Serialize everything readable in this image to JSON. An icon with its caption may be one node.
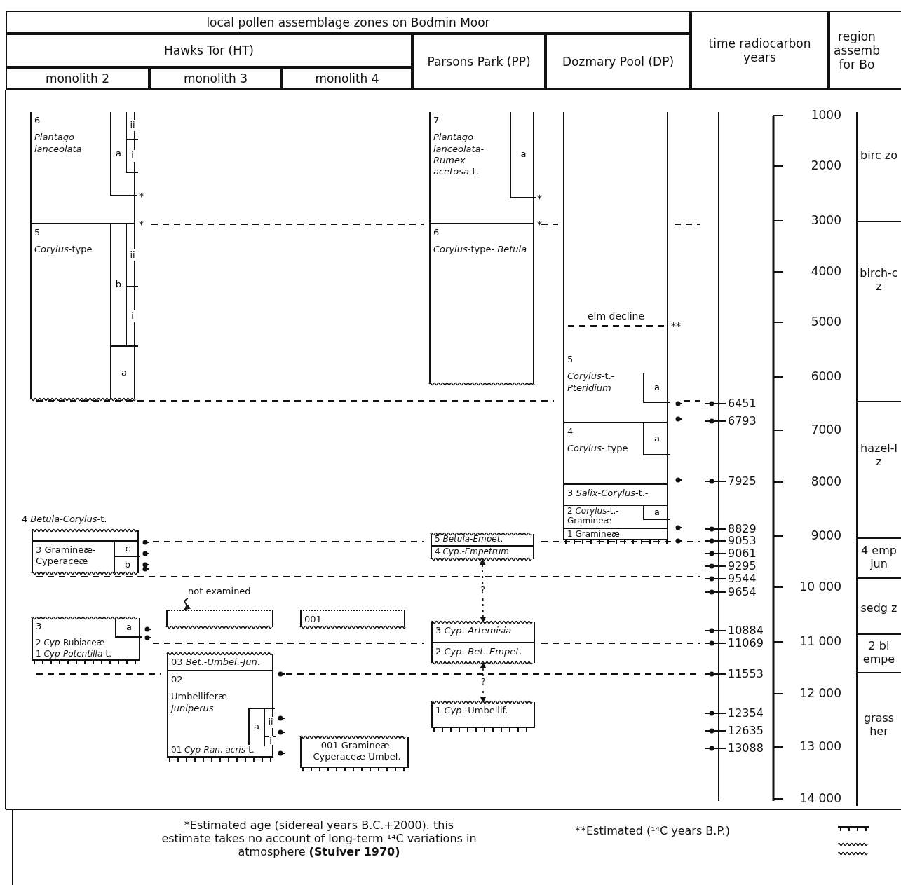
{
  "diagram": {
    "nodes": [
      {
        "text": [
          "6",
          "*Plantago lanceolata*"
        ]
      },
      {
        "text": [
          "a"
        ],
        "in": 0
      },
      {
        "text": [
          "ii"
        ],
        "in": 1
      },
      {
        "text": [
          "i"
        ],
        "in": 1
      },
      {
        "text": [
          "5",
          "*Corylus*-type"
        ]
      },
      {
        "text": [
          "b"
        ],
        "in": 4
      },
      {
        "text": [
          "ii"
        ],
        "in": 5
      },
      {
        "text": [
          "i"
        ],
        "in": 5
      },
      {
        "text": [
          "a"
        ],
        "in": 4
      },
      {
        "text": [
          "4",
          "*Betula*-*Corylus*-t."
        ]
      },
      {
        "text": [
          "3 Gramineæ- Cyperaceæ"
        ]
      },
      {
        "text": [
          "c"
        ],
        "in": 10
      },
      {
        "text": [
          "b"
        ],
        "in": 10
      },
      {
        "text": [
          "3"
        ]
      },
      {
        "text": [
          "a"
        ],
        "in": 13
      },
      {
        "text": [
          "2 *Cyp*-Rubiaceæ"
        ]
      },
      {
        "text": [
          "1 *Cyp*-*Potentilla*-t."
        ]
      },
      {
        "text": [],
        "shape": "box"
      },
      {
        "text": [
          "not examined"
        ]
      },
      {
        "text": [
          "03 *Bet*.-*Umbel*.-*Jun*."
        ]
      },
      {
        "text": [
          "02",
          "Umbelliferæ- *Juniperus*"
        ]
      },
      {
        "text": [
          "a"
        ],
        "in": 20
      },
      {
        "text": [
          "ii"
        ],
        "in": 21
      },
      {
        "text": [
          "i"
        ],
        "in": 21
      },
      {
        "text": [
          "01 *Cyp*-*Ran*. *acris*-t."
        ]
      },
      {
        "text": [
          "001"
        ]
      },
      {
        "text": [
          "001 Gramineæ- Cyperaceæ-Umbel."
        ]
      },
      {
        "text": [
          "7",
          "*Plantago lanceolata*- *Rumex acetosa*-t."
        ]
      },
      {
        "text": [
          "a"
        ],
        "in": 27
      },
      {
        "text": [
          "6",
          "*Corylus*-type- *Betula*"
        ]
      },
      {
        "text": [
          "5 *Betula*-*Empet*."
        ]
      },
      {
        "text": [
          "4 *Cyp*.-*Empetrum*"
        ]
      },
      {
        "text": [
          "3 *Cyp*.-*Artemisia*"
        ]
      },
      {
        "text": [
          "2 *Cyp*.-*Bet*.-*Empet*."
        ]
      },
      {
        "text": [
          "1 *Cyp*.-Umbellif."
        ]
      },
      {
        "text": [
          "5",
          "*Corylus*-t.- *Pteridium*"
        ]
      },
      {
        "text": [
          "a"
        ],
        "in": 35
      },
      {
        "text": [
          "4",
          "*Corylus*- type"
        ]
      },
      {
        "text": [
          "a"
        ],
        "in": 37
      },
      {
        "text": [
          "3 *Salix*-*Corylus*-t.-"
        ]
      },
      {
        "text": [
          "2 *Corylus*-t.- Gramineæ"
        ]
      },
      {
        "text": [
          "a"
        ],
        "in": 40
      },
      {
        "text": [
          "1 Gramineæ"
        ]
      }
    ],
    "edges": [
      {
        "from": 31,
        "to": 32,
        "arrow": "both",
        "label": "?",
        "style": "dashed"
      },
      {
        "from": 33,
        "to": 34,
        "arrow": "both",
        "label": "?",
        "style": "dashed"
      },
      {
        "from": 18,
        "to": 17,
        "arrow": "to"
      }
    ],
    "labels": [
      "local pollen assemblage zones on Bodmin Moor",
      "time radiocarbon years",
      "region assemb for Bo",
      "Hawks Tor (HT)",
      "Parsons Park (PP)",
      "Dozmary Pool (DP)",
      "monolith 2",
      "monolith 3",
      "monolith 4",
      "*",
      "*",
      "*",
      "*",
      "elm decline",
      "**",
      "1000",
      "2000",
      "3000",
      "4000",
      "5000",
      "6000",
      "7000",
      "8000",
      "9000",
      "10 000",
      "11 000",
      "12 000",
      "13 000",
      "14 000",
      "6451",
      "6793",
      "7925",
      "8829",
      "9053",
      "9061",
      "9295",
      "9544",
      "9654",
      "10884",
      "11069",
      "11553",
      "12354",
      "12635",
      "13088",
      "birc zo",
      "birch-c z",
      "hazel-l z",
      "4 emp jun",
      "sedg z",
      "2 bi empe",
      "grass her",
      "*Estimated age (sidereal years B.C.+2000). this estimate takes no account of long-term ¹⁴C variations in atmosphere **(Stuiver 1970)**",
      "**Estimated (¹⁴C years B.P.)"
    ]
  }
}
